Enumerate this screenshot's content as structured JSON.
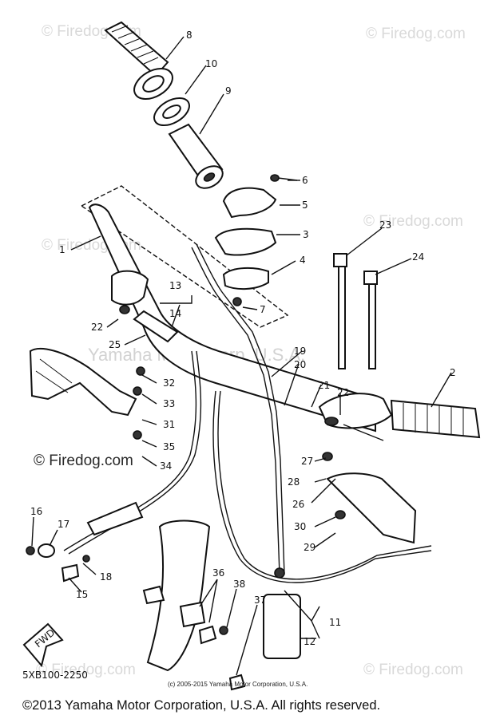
{
  "watermarks": [
    "© Firedog.com",
    "Yamaha Motor Corp, U.S.A."
  ],
  "callouts": [
    "1",
    "2",
    "3",
    "4",
    "5",
    "6",
    "7",
    "8",
    "9",
    "10",
    "11",
    "12",
    "13",
    "14",
    "15",
    "16",
    "17",
    "18",
    "19",
    "20",
    "21",
    "22",
    "23",
    "24",
    "25",
    "26",
    "27",
    "28",
    "29",
    "30",
    "31",
    "32",
    "33",
    "34",
    "35",
    "36",
    "37",
    "38"
  ],
  "diagram_code": "5XB100-2250",
  "fwd_label": "FWD",
  "small_copyright": "(c) 2005-2015 Yamaha Motor Corporation, U.S.A.",
  "copyright": "©2013 Yamaha Motor Corporation, U.S.A. All rights reserved."
}
